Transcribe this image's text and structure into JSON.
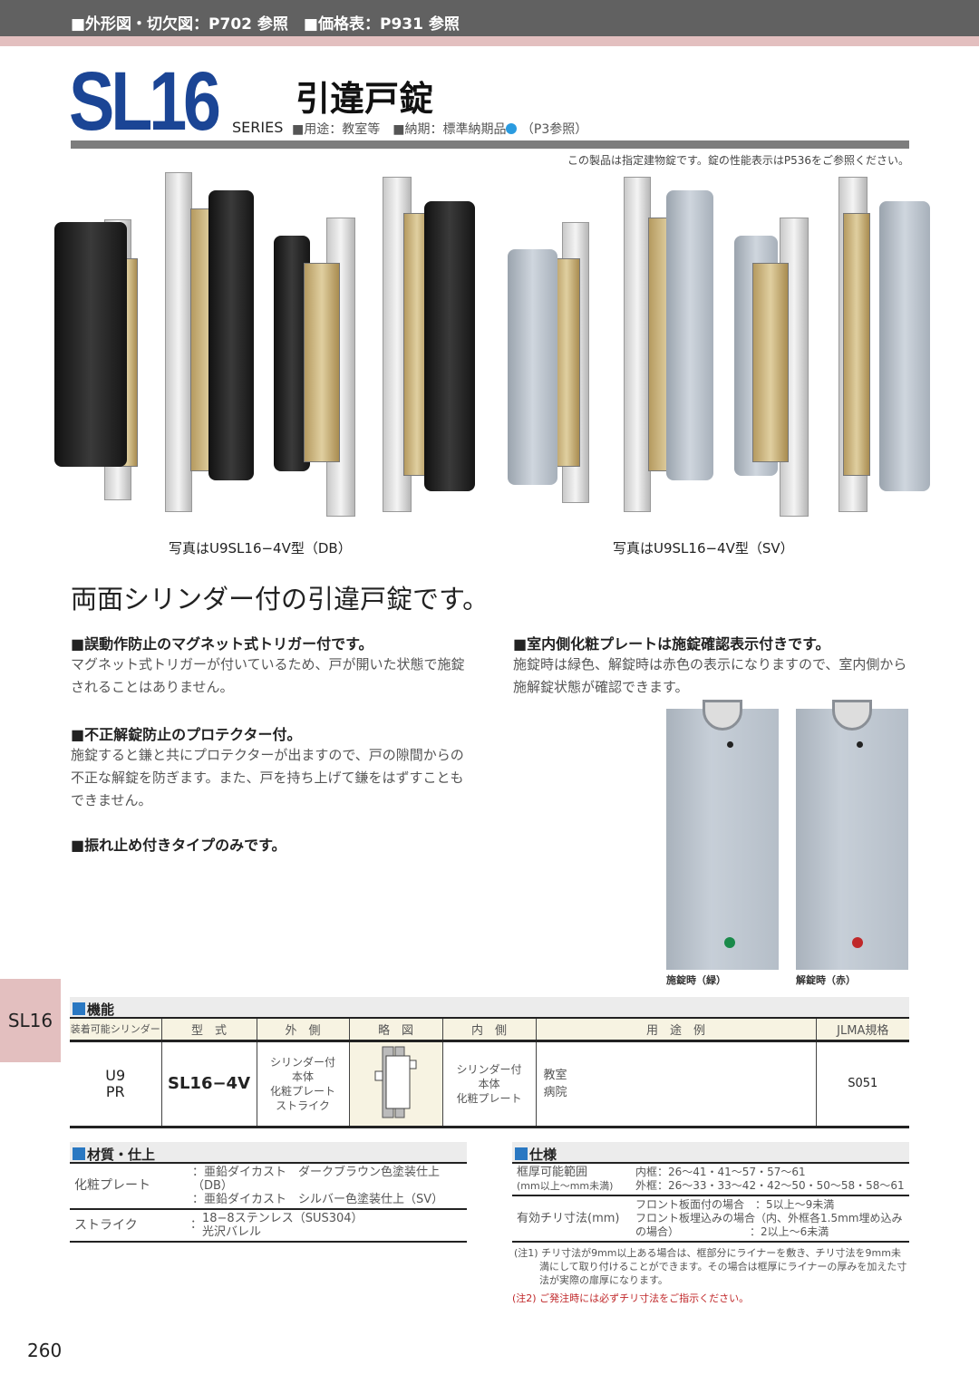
{
  "header": {
    "refs": "■外形図・切欠図：P702 参照　■価格表：P931 参照"
  },
  "title": {
    "series_code": "SL16",
    "series_label": "SERIES",
    "name": "引違戸錠",
    "use": "■用途：教室等",
    "delivery": "■納期：標準納期品",
    "delivery_ref": "（P3参照）",
    "note": "この製品は指定建物錠です。錠の性能表示はP536をご参照ください。"
  },
  "photos": {
    "caption_left": "写真はU9SL16−4V型（DB）",
    "caption_right": "写真はU9SL16−4V型（SV）"
  },
  "headline": "両面シリンダー付の引違戸錠です。",
  "features": [
    {
      "title": "■誤動作防止のマグネット式トリガー付です。",
      "text": "マグネット式トリガーが付いているため、戸が開いた状態で施錠されることはありません。"
    },
    {
      "title": "■不正解錠防止のプロテクター付。",
      "text": "施錠すると鎌と共にプロテクターが出ますので、戸の隙間からの不正な解錠を防ぎます。また、戸を持ち上げて鎌をはずすこともできません。"
    },
    {
      "title": "■振れ止め付きタイプのみです。",
      "text": ""
    },
    {
      "title": "■室内側化粧プレートは施錠確認表示付きです。",
      "text": "施錠時は緑色、解錠時は赤色の表示になりますので、室内側から施解錠状態が確認できます。"
    }
  ],
  "indicator": {
    "locked_label": "施錠時（緑）",
    "unlocked_label": "解錠時（赤）",
    "locked_color": "#1a8a4a",
    "unlocked_color": "#c0282a"
  },
  "side_tab": "SL16",
  "function_table": {
    "title": "機能",
    "headers": [
      "装着可能シリンダー",
      "型　式",
      "外　側",
      "略　図",
      "内　側",
      "用　途　例",
      "JLMA規格"
    ],
    "row": {
      "cylinder": [
        "U9",
        "PR"
      ],
      "model": "SL16−4V",
      "outside": [
        "シリンダー付",
        "本体",
        "化粧プレート",
        "ストライク"
      ],
      "inside": [
        "シリンダー付",
        "本体",
        "化粧プレート"
      ],
      "uses": [
        "教室",
        "病院"
      ],
      "jlma": "S051"
    }
  },
  "materials": {
    "title": "材質・仕上",
    "rows": [
      {
        "label": "化粧プレート",
        "values": [
          "：亜鉛ダイカスト　ダークブラウン色塗装仕上（DB）",
          "：亜鉛ダイカスト　シルバー色塗装仕上（SV）"
        ]
      },
      {
        "label": "ストライク",
        "values": [
          "18−8ステンレス（SUS304）",
          "光沢バレル"
        ],
        "colon": "："
      }
    ]
  },
  "specs": {
    "title": "仕様",
    "rows": [
      {
        "label": "框厚可能範囲",
        "sublabel": "(mm以上〜mm未満)",
        "values": [
          "内框：26〜41・41〜57・57〜61",
          "外框：26〜33・33〜42・42〜50・50〜58・58〜61"
        ]
      },
      {
        "label": "有効チリ寸法(mm)",
        "values": [
          "フロント板面付の場合　：5以上〜9未満",
          "フロント板埋込みの場合（内、外框各1.5mm埋め込み",
          "の場合）　　　　　　　：2以上〜6未満"
        ]
      }
    ],
    "note1": "(注1) チリ寸法が9mm以上ある場合は、框部分にライナーを敷き、チリ寸法を9mm未満にして取り付けることができます。その場合は框厚にライナーの厚みを加えた寸法が実際の扉厚になります。",
    "note2": "(注2) ご発注時には必ずチリ寸法をご指示ください。"
  },
  "page_number": "260",
  "colors": {
    "brand": "#1b4595",
    "accent": "#2a78c2",
    "tab": "#e3bfbf"
  }
}
